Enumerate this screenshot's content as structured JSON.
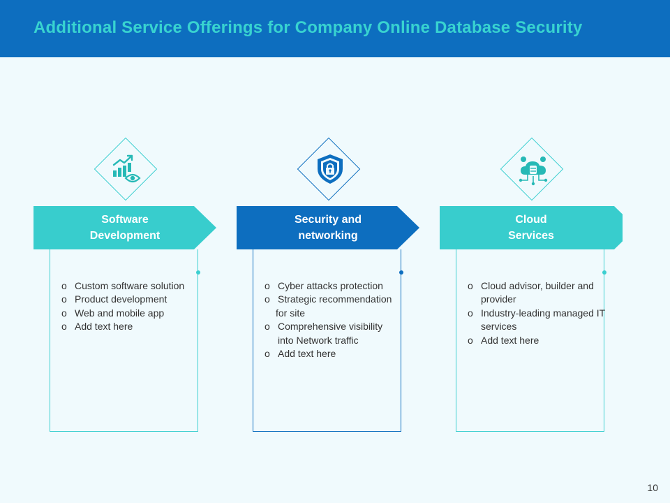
{
  "header": {
    "title": "Additional Service Offerings for Company Online Database Security"
  },
  "colors": {
    "header_bg": "#0d6ebf",
    "title_color": "#38d3d0",
    "teal": "#38cdcd",
    "blue": "#0d6ebf",
    "page_bg": "#f0fafd"
  },
  "columns": [
    {
      "title": "Software\nDevelopment",
      "icon": "growth-chart-eye-icon",
      "items": [
        "Custom software solution",
        "Product development",
        "Web and mobile app",
        "Add text here"
      ]
    },
    {
      "title": "Security and\nnetworking",
      "icon": "shield-lock-icon",
      "items": [
        "Cyber attacks protection",
        "Strategic recommendation",
        "for site",
        "Comprehensive visibility into Network traffic",
        "Add text here"
      ]
    },
    {
      "title": "Cloud\nServices",
      "icon": "cloud-database-icon",
      "items": [
        "Cloud advisor, builder and provider",
        "Industry-leading managed IT services",
        "Add text here"
      ]
    }
  ],
  "page_number": "10"
}
